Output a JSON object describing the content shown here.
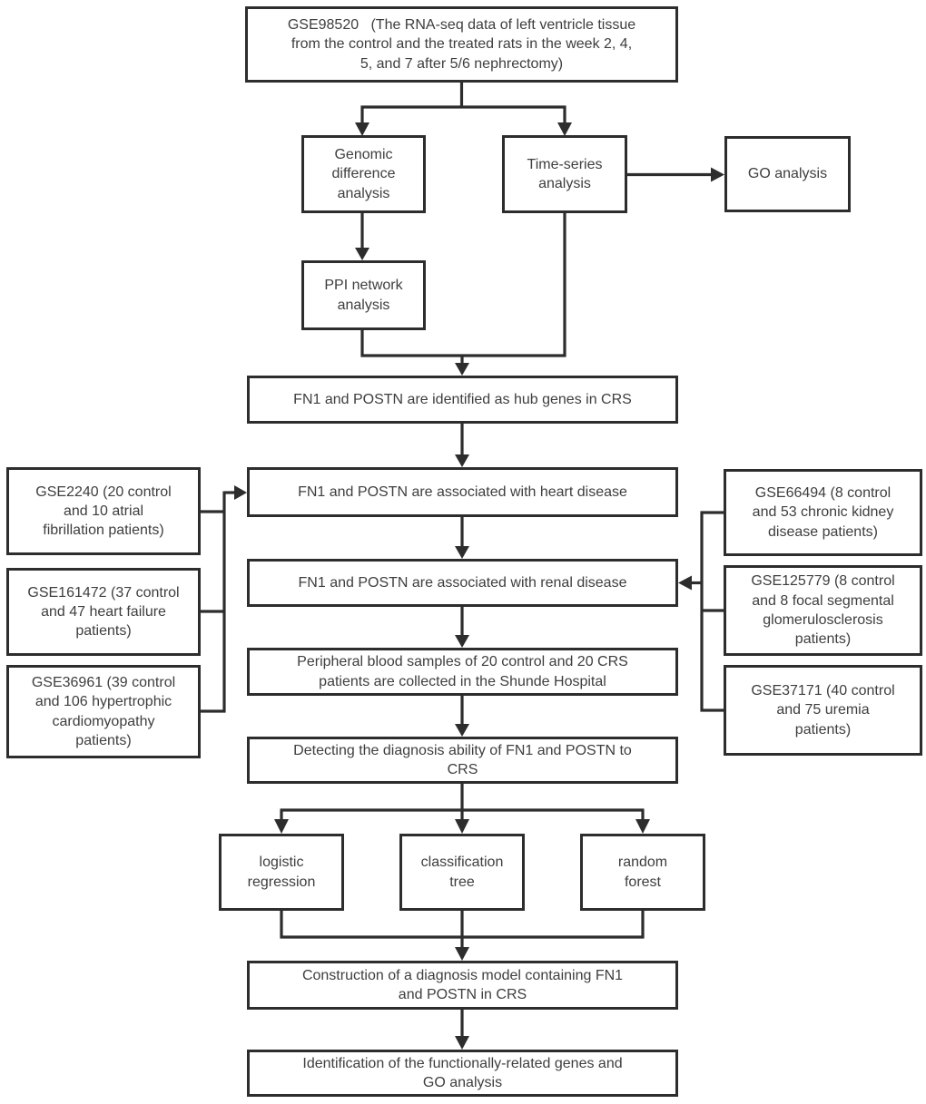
{
  "figure": {
    "type": "flowchart",
    "colors": {
      "line": "#2d2d2d",
      "text": "#3e3e3e",
      "background": "#ffffff"
    }
  },
  "nodes": {
    "gse98520": {
      "label": "GSE98520   (The RNA-seq data of left ventricle tissue\nfrom the control and the treated rats in the week 2, 4,\n5, and 7 after 5/6 nephrectomy)"
    },
    "genomic": {
      "label": "Genomic\ndifference\nanalysis"
    },
    "timeseries": {
      "label": "Time-series\nanalysis"
    },
    "go": {
      "label": "GO analysis"
    },
    "ppi": {
      "label": "PPI network\nanalysis"
    },
    "hub": {
      "label": "FN1 and POSTN are identified as hub genes in CRS"
    },
    "heart": {
      "label": "FN1 and POSTN are associated with heart disease"
    },
    "renal": {
      "label": "FN1 and POSTN are associated with renal disease"
    },
    "blood": {
      "label": "Peripheral blood samples of 20 control and 20 CRS\npatients are collected in the Shunde Hospital"
    },
    "detect": {
      "label": "Detecting the diagnosis ability of FN1 and POSTN to\nCRS"
    },
    "logistic": {
      "label": "logistic\nregression"
    },
    "tree": {
      "label": "classification\ntree"
    },
    "forest": {
      "label": "random\nforest"
    },
    "model": {
      "label": "Construction of a diagnosis model containing FN1\nand POSTN in CRS"
    },
    "ident": {
      "label": "Identification of the functionally-related genes and\nGO analysis"
    },
    "gse2240": {
      "label": "GSE2240 (20 control\nand 10 atrial\nfibrillation patients)"
    },
    "gse161472": {
      "label": "GSE161472 (37 control\nand 47 heart failure\npatients)"
    },
    "gse36961": {
      "label": "GSE36961 (39 control\nand 106 hypertrophic\ncardiomyopathy\npatients)"
    },
    "gse66494": {
      "label": "GSE66494 (8 control\nand 53 chronic kidney\ndisease patients)"
    },
    "gse125779": {
      "label": "GSE125779 (8 control\nand 8 focal segmental\nglomerulosclerosis\npatients)"
    },
    "gse37171": {
      "label": "GSE37171 (40 control\nand 75 uremia\npatients)"
    }
  },
  "edges": [
    {
      "from": "gse98520",
      "to": "genomic"
    },
    {
      "from": "gse98520",
      "to": "timeseries"
    },
    {
      "from": "timeseries",
      "to": "go"
    },
    {
      "from": "genomic",
      "to": "ppi"
    },
    {
      "from": "ppi",
      "to": "hub"
    },
    {
      "from": "timeseries",
      "to": "hub"
    },
    {
      "from": "hub",
      "to": "heart"
    },
    {
      "from": "gse2240",
      "to": "heart"
    },
    {
      "from": "gse161472",
      "to": "heart"
    },
    {
      "from": "gse36961",
      "to": "heart"
    },
    {
      "from": "heart",
      "to": "renal"
    },
    {
      "from": "gse66494",
      "to": "renal"
    },
    {
      "from": "gse125779",
      "to": "renal"
    },
    {
      "from": "gse37171",
      "to": "renal"
    },
    {
      "from": "renal",
      "to": "blood"
    },
    {
      "from": "blood",
      "to": "detect"
    },
    {
      "from": "detect",
      "to": "logistic"
    },
    {
      "from": "detect",
      "to": "tree"
    },
    {
      "from": "detect",
      "to": "forest"
    },
    {
      "from": "logistic",
      "to": "model"
    },
    {
      "from": "tree",
      "to": "model"
    },
    {
      "from": "forest",
      "to": "model"
    },
    {
      "from": "model",
      "to": "ident"
    }
  ]
}
